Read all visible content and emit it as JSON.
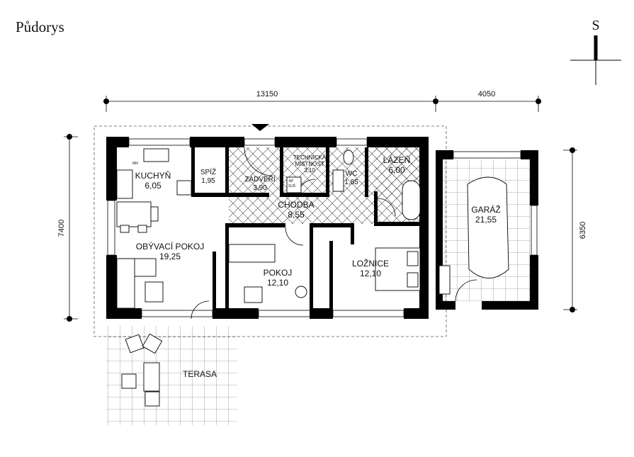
{
  "title": "Půdorys",
  "north_label": "S",
  "dimensions": {
    "top_main": "13150",
    "top_garage": "4050",
    "left": "7400",
    "right": "6350"
  },
  "rooms": [
    {
      "name": "KUCHYŇ",
      "area": "6,05"
    },
    {
      "name": "SPÍŽ",
      "area": "1,95"
    },
    {
      "name": "ZÁDVEŘÍ",
      "area": "3,90"
    },
    {
      "name_line1": "TECHNICKÁ",
      "name_line2": "MÍSTNOST",
      "area": "3,10"
    },
    {
      "name": "WC",
      "area": "1,85"
    },
    {
      "name": "LÁZEŇ",
      "area": "6,00"
    },
    {
      "name": "CHODBA",
      "area": "8,55"
    },
    {
      "name": "OBÝVACÍ POKOJ",
      "area": "19,25"
    },
    {
      "name": "POKOJ",
      "area": "12,10"
    },
    {
      "name": "LOŽNICE",
      "area": "12,10"
    },
    {
      "name": "GARÁŽ",
      "area": "21,55"
    },
    {
      "name": "TERASA"
    }
  ],
  "small_labels": {
    "mn": "MN",
    "ap": "AP",
    "sus": "SUŠ"
  }
}
